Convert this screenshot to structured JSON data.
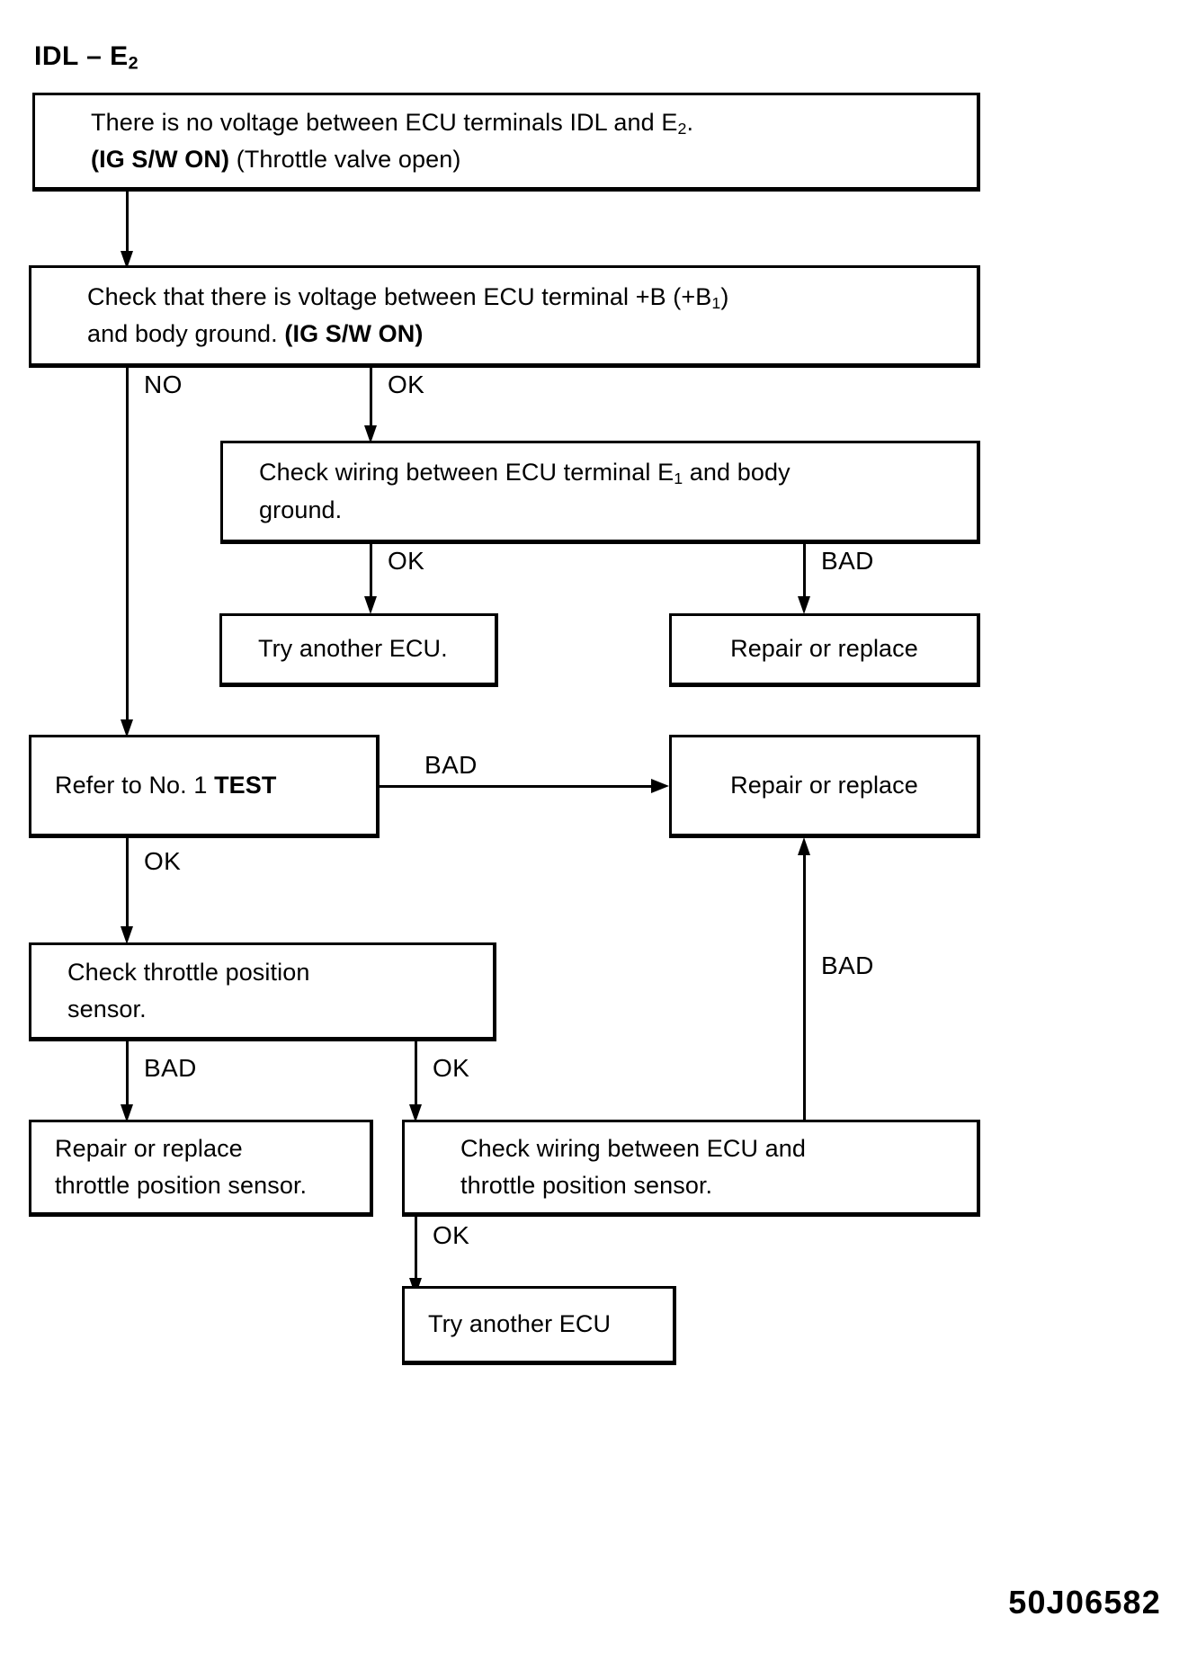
{
  "diagram": {
    "title_prefix": "IDL – E",
    "title_sub": "2",
    "code": "50J06582"
  },
  "chart_data": {
    "type": "flowchart",
    "title": "IDL – E2",
    "nodes": [
      {
        "id": "n1",
        "lines": [
          "There is no voltage between ECU terminals IDL and E2.",
          "(IG S/W ON) (Throttle valve open)"
        ]
      },
      {
        "id": "n2",
        "lines": [
          "Check that there is voltage between ECU terminal +B (+B1)",
          "and body ground. (IG S/W ON)"
        ]
      },
      {
        "id": "n3",
        "lines": [
          "Check wiring between ECU terminal E1 and body",
          "ground."
        ]
      },
      {
        "id": "n4",
        "lines": [
          "Try another ECU."
        ]
      },
      {
        "id": "n5",
        "lines": [
          "Repair or replace"
        ]
      },
      {
        "id": "n6",
        "lines": [
          "Refer to No. 1  TEST"
        ]
      },
      {
        "id": "n7",
        "lines": [
          "Repair or replace"
        ]
      },
      {
        "id": "n8",
        "lines": [
          "Check throttle position",
          "sensor."
        ]
      },
      {
        "id": "n9",
        "lines": [
          "Repair or replace",
          "throttle position sensor."
        ]
      },
      {
        "id": "n10",
        "lines": [
          "Check wiring between ECU and",
          "throttle position sensor."
        ]
      },
      {
        "id": "n11",
        "lines": [
          "Try another ECU"
        ]
      }
    ],
    "edges": [
      {
        "from": "n1",
        "to": "n2",
        "label": ""
      },
      {
        "from": "n2",
        "to": "n6",
        "label": "NO"
      },
      {
        "from": "n2",
        "to": "n3",
        "label": "OK"
      },
      {
        "from": "n3",
        "to": "n4",
        "label": "OK"
      },
      {
        "from": "n3",
        "to": "n5",
        "label": "BAD"
      },
      {
        "from": "n6",
        "to": "n7",
        "label": "BAD"
      },
      {
        "from": "n6",
        "to": "n8",
        "label": "OK"
      },
      {
        "from": "n8",
        "to": "n9",
        "label": "BAD"
      },
      {
        "from": "n8",
        "to": "n10",
        "label": "OK"
      },
      {
        "from": "n10",
        "to": "n7",
        "label": "BAD"
      },
      {
        "from": "n10",
        "to": "n11",
        "label": "OK"
      }
    ]
  },
  "boxes": {
    "b1": {
      "l1a": "There is no voltage between ECU terminals IDL and E",
      "l1sub": "2",
      "l1b": ".",
      "l2a": "(IG S/W ON)",
      "l2b": " (Throttle valve open)"
    },
    "b2": {
      "l1a": "Check that there is voltage between ECU terminal +B (+B",
      "l1sub": "1",
      "l1b": ")",
      "l2a": "and body ground. ",
      "l2b": "(IG S/W ON)"
    },
    "b3": {
      "l1a": "Check wiring between ECU terminal E",
      "l1sub": "1",
      "l1b": " and body",
      "l2": "ground."
    },
    "b4": {
      "l1": "Try another ECU."
    },
    "b5": {
      "l1": "Repair or replace"
    },
    "b6": {
      "l1a": "Refer to No. 1  ",
      "l1b": "TEST"
    },
    "b7": {
      "l1": "Repair or replace"
    },
    "b8": {
      "l1": "Check throttle position",
      "l2": "sensor."
    },
    "b9": {
      "l1": "Repair or replace",
      "l2": "throttle position sensor."
    },
    "b10": {
      "l1": "Check wiring between ECU and",
      "l2": "throttle position sensor."
    },
    "b11": {
      "l1": "Try another ECU"
    }
  },
  "labels": {
    "no_1": "NO",
    "ok_1": "OK",
    "ok_2": "OK",
    "bad_1": "BAD",
    "bad_2": "BAD",
    "ok_3": "OK",
    "bad_3": "BAD",
    "ok_4": "OK",
    "bad_4": "BAD",
    "ok_5": "OK"
  }
}
